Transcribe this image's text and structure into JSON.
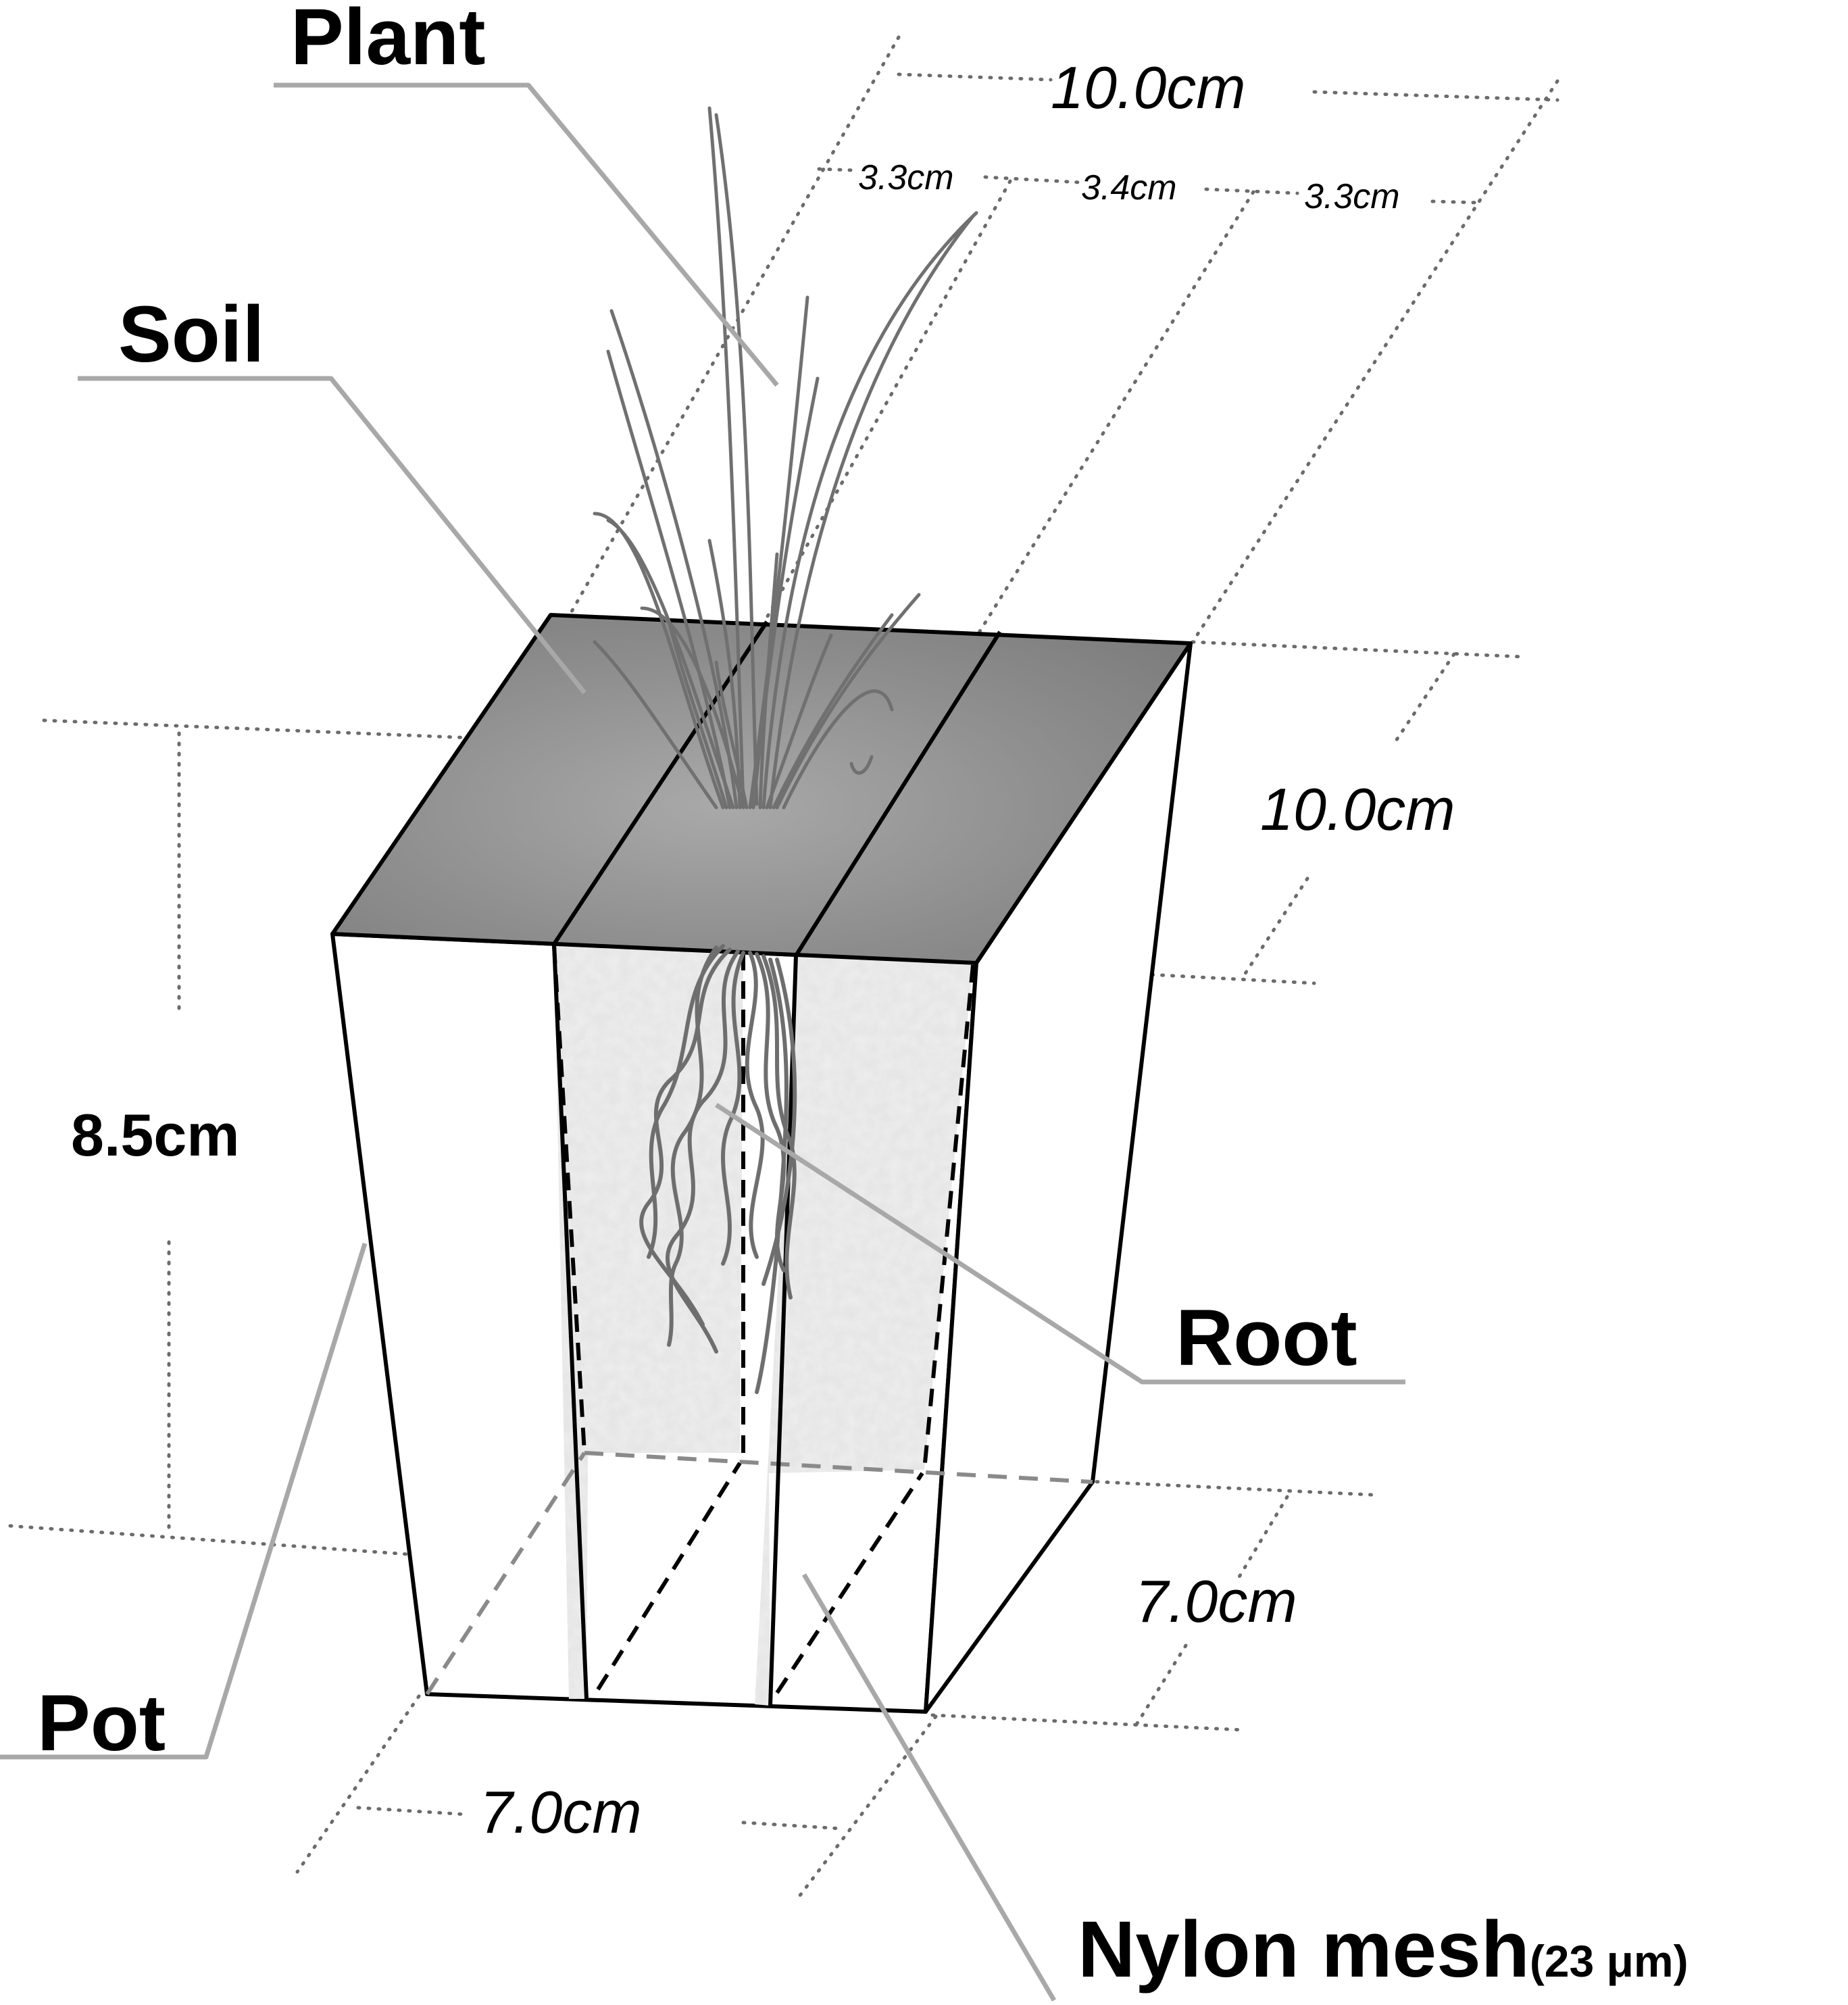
{
  "labels": {
    "plant": "Plant",
    "soil": "Soil",
    "root": "Root",
    "pot": "Pot",
    "nylon_mesh": "Nylon mesh",
    "nylon_mesh_size": "(23 μm)"
  },
  "dimensions": {
    "top_width": "10.0cm",
    "top_depth": "10.0cm",
    "section_left": "3.3cm",
    "section_middle": "3.4cm",
    "section_right": "3.3cm",
    "height": "8.5cm",
    "bottom_width": "7.0cm",
    "bottom_depth": "7.0cm"
  },
  "colors": {
    "soil_surface": "#8c8c8c",
    "mesh_fill": "#e6e6e6",
    "leader_line": "#a8a8a8",
    "outline": "#000000"
  }
}
